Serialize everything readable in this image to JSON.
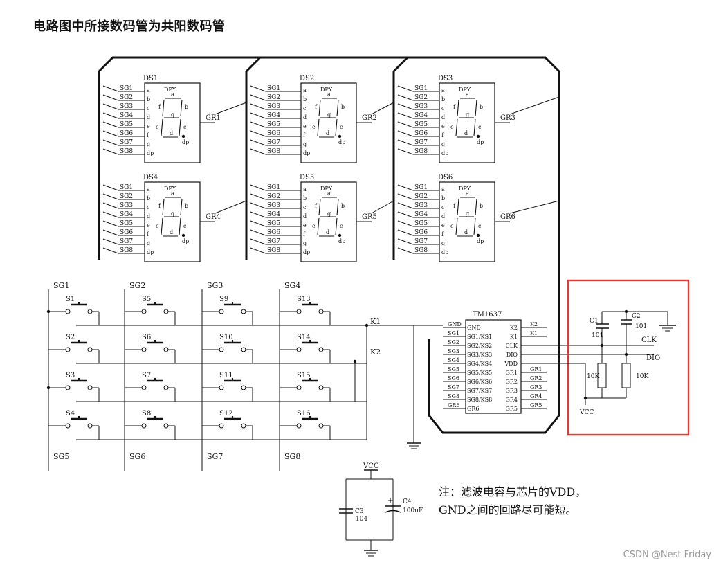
{
  "title": "电路图中所接数码管为共阳数码管",
  "displays": [
    {
      "ref": "DS1",
      "gr": "GR1"
    },
    {
      "ref": "DS2",
      "gr": "GR2"
    },
    {
      "ref": "DS3",
      "gr": "GR3"
    },
    {
      "ref": "DS4",
      "gr": "GR4"
    },
    {
      "ref": "DS5",
      "gr": "GR5"
    },
    {
      "ref": "DS6",
      "gr": "GR6"
    }
  ],
  "display_common": {
    "sg_labels": [
      "SG1",
      "SG2",
      "SG3",
      "SG4",
      "SG5",
      "SG6",
      "SG7",
      "SG8"
    ],
    "seg_pins": [
      "a",
      "b",
      "c",
      "d",
      "e",
      "f",
      "g",
      "dp"
    ],
    "dpy_label": "DPY",
    "inner": {
      "a": "a",
      "b": "b",
      "c": "c",
      "d": "d",
      "e": "e",
      "f": "f",
      "g": "g",
      "dp": "dp"
    }
  },
  "keypad": {
    "top_sg": [
      "SG1",
      "SG2",
      "SG3",
      "SG4"
    ],
    "bottom_sg": [
      "SG5",
      "SG6",
      "SG7",
      "SG8"
    ],
    "switches": [
      [
        "S1",
        "S5",
        "S9",
        "S13"
      ],
      [
        "S2",
        "S6",
        "S10",
        "S14"
      ],
      [
        "S3",
        "S7",
        "S11",
        "S15"
      ],
      [
        "S4",
        "S8",
        "S12",
        "S16"
      ]
    ],
    "k_labels": [
      "K1",
      "K2"
    ]
  },
  "chip": {
    "name": "TM1637",
    "left_net": [
      "GND",
      "SG1",
      "SG2",
      "SG3",
      "SG4",
      "SG5",
      "SG6",
      "SG7",
      "SG8",
      "GR6"
    ],
    "left_pins": [
      "GND",
      "SG1/KS1",
      "SG2/KS2",
      "SG3/KS3",
      "SG4/KS4",
      "SG5/KS5",
      "SG6/KS6",
      "SG7/KS7",
      "SG8/KS8",
      "GR6"
    ],
    "right_pins": [
      "K2",
      "K1",
      "CLK",
      "DIO",
      "VDD",
      "GR1",
      "GR2",
      "GR3",
      "GR4",
      "GR5"
    ],
    "right_net": [
      "K2",
      "K1",
      "GR1",
      "GR2",
      "GR3",
      "GR4",
      "GR5"
    ]
  },
  "filter": {
    "c1": "C1",
    "c1_val": "101",
    "c2": "C2",
    "c2_val": "101",
    "clk": "CLK",
    "dio": "DIO",
    "r1_val": "10K",
    "r2_val": "10K",
    "vcc": "VCC"
  },
  "power": {
    "vcc": "VCC",
    "c3": "C3",
    "c3_val": "104",
    "c4": "C4",
    "c4_val": "100uF",
    "plus": "+"
  },
  "note": {
    "line1": "注：滤波电容与芯片的VDD，",
    "line2": "GND之间的回路尽可能短。"
  },
  "highlight_color": "#e53935",
  "watermark": "CSDN @Nest Friday"
}
